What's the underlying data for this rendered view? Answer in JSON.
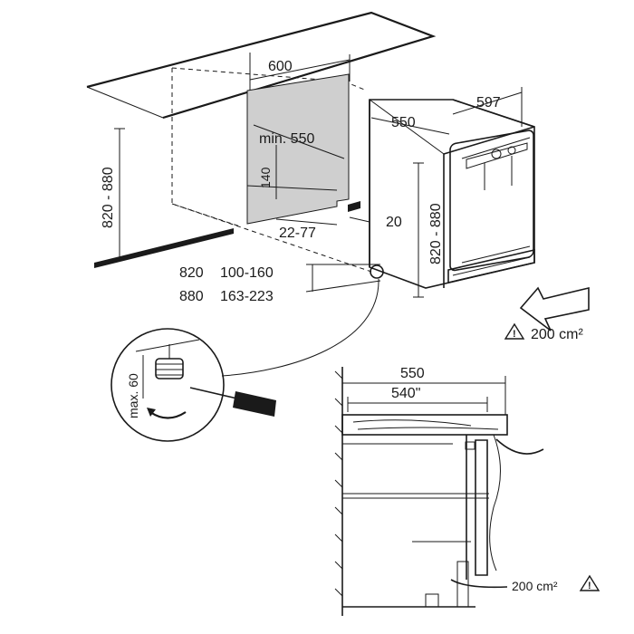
{
  "main_view": {
    "niche_width": "600",
    "appliance_depth_outer": "597",
    "appliance_depth": "550",
    "min_niche_depth": "min. 550",
    "vent_height": "140",
    "niche_height_left": "820 - 880",
    "appliance_height": "820 - 880",
    "plinth_gap": "22-77",
    "rear_gap": "20",
    "plinth_table": [
      {
        "height": "820",
        "range": "100-160"
      },
      {
        "height": "880",
        "range": "163-223"
      }
    ],
    "vent_area": "200 cm²"
  },
  "detail_view": {
    "foot_adjust": "max. 60"
  },
  "section_view": {
    "depth_outer": "550",
    "depth_inner": "540\"",
    "vent_area": "200 cm²"
  },
  "icons": [
    "warning-icon",
    "airflow-arrow-icon",
    "screwdriver-icon",
    "rotate-arrow-icon"
  ]
}
